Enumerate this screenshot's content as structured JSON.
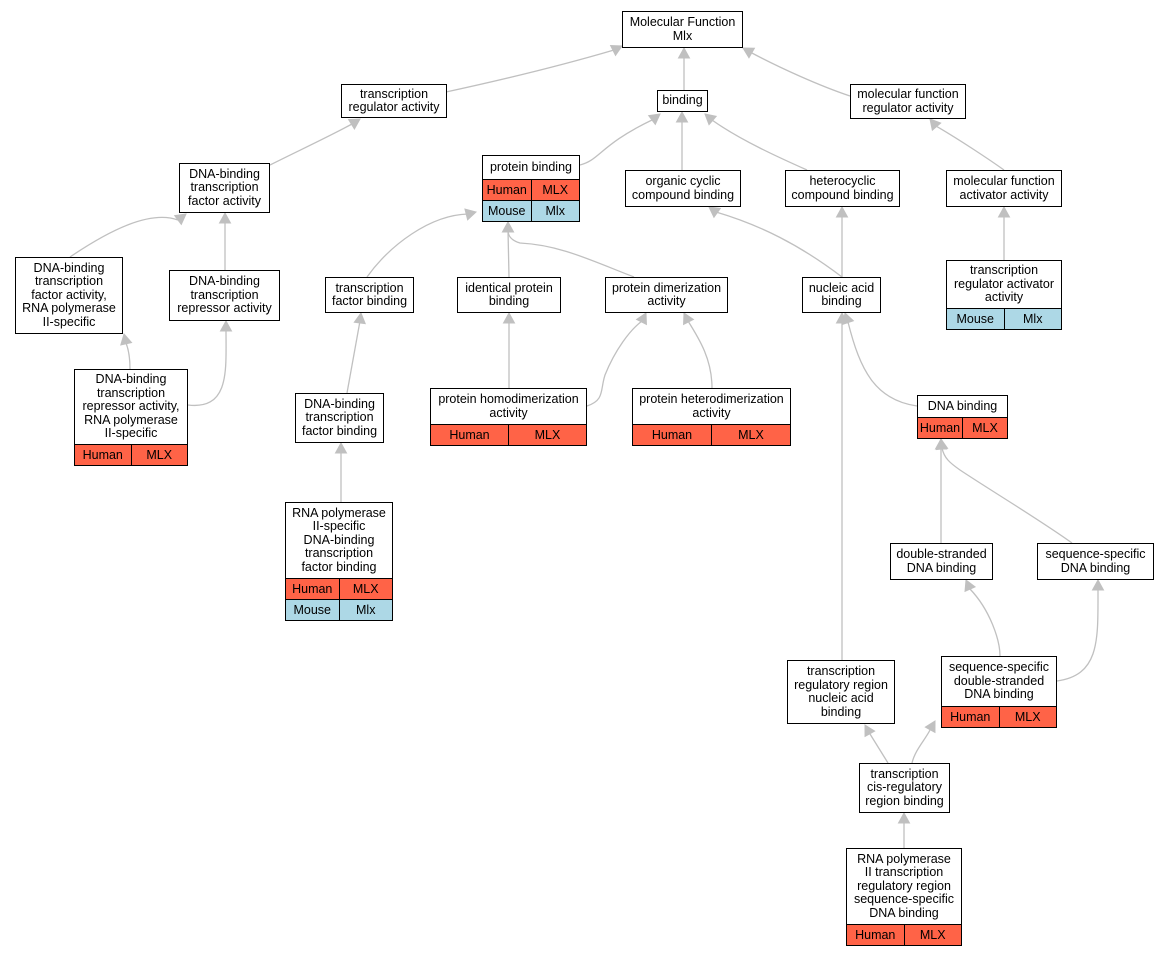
{
  "colors": {
    "edge": "#c0c0c0",
    "human": "#ff6347",
    "mouse": "#add8e6",
    "border": "#000000"
  },
  "nodes": {
    "mf": {
      "label": "Molecular Function\nMlx"
    },
    "tra": {
      "label": "transcription\nregulator activity"
    },
    "binding": {
      "label": "binding"
    },
    "mfra": {
      "label": "molecular function\nregulator activity"
    },
    "pb": {
      "label": "protein binding",
      "rows": [
        [
          "Human",
          "MLX"
        ],
        [
          "Mouse",
          "Mlx"
        ]
      ]
    },
    "dbtf": {
      "label": "DNA-binding\ntranscription\nfactor activity"
    },
    "occb": {
      "label": "organic cyclic\ncompound binding"
    },
    "hcb": {
      "label": "heterocyclic\ncompound binding"
    },
    "mfaa": {
      "label": "molecular function\nactivator activity"
    },
    "dbtf2": {
      "label": "DNA-binding\ntranscription\nfactor activity,\nRNA polymerase\nII-specific"
    },
    "dbtr": {
      "label": "DNA-binding\ntranscription\nrepressor activity"
    },
    "tfb": {
      "label": "transcription\nfactor binding"
    },
    "ipb": {
      "label": "identical protein\nbinding"
    },
    "pda": {
      "label": "protein dimerization\nactivity"
    },
    "nab": {
      "label": "nucleic acid\nbinding"
    },
    "traa": {
      "label": "transcription\nregulator activator\nactivity",
      "rows": [
        [
          "Mouse",
          "Mlx"
        ]
      ]
    },
    "dbtr2": {
      "label": "DNA-binding\ntranscription\nrepressor activity,\nRNA polymerase\nII-specific",
      "rows": [
        [
          "Human",
          "MLX"
        ]
      ]
    },
    "dbtfb": {
      "label": "DNA-binding\ntranscription\nfactor binding"
    },
    "phda": {
      "label": "protein homodimerization\nactivity",
      "rows": [
        [
          "Human",
          "MLX"
        ]
      ]
    },
    "phta": {
      "label": "protein heterodimerization\nactivity",
      "rows": [
        [
          "Human",
          "MLX"
        ]
      ]
    },
    "dnab": {
      "label": "DNA binding",
      "rows": [
        [
          "Human",
          "MLX"
        ]
      ]
    },
    "rnap": {
      "label": "RNA polymerase\nII-specific\nDNA-binding\ntranscription\nfactor binding",
      "rows": [
        [
          "Human",
          "MLX"
        ],
        [
          "Mouse",
          "Mlx"
        ]
      ]
    },
    "dsdb": {
      "label": "double-stranded\nDNA binding"
    },
    "ssdb": {
      "label": "sequence-specific\nDNA binding"
    },
    "trrnab": {
      "label": "transcription\nregulatory region\nnucleic acid\nbinding"
    },
    "ssdsdb": {
      "label": "sequence-specific\ndouble-stranded\nDNA binding",
      "rows": [
        [
          "Human",
          "MLX"
        ]
      ]
    },
    "tcrb": {
      "label": "transcription\ncis-regulatory\nregion binding"
    },
    "rnap2": {
      "label": "RNA polymerase\nII transcription\nregulatory region\nsequence-specific\nDNA binding",
      "rows": [
        [
          "Human",
          "MLX"
        ]
      ]
    }
  }
}
